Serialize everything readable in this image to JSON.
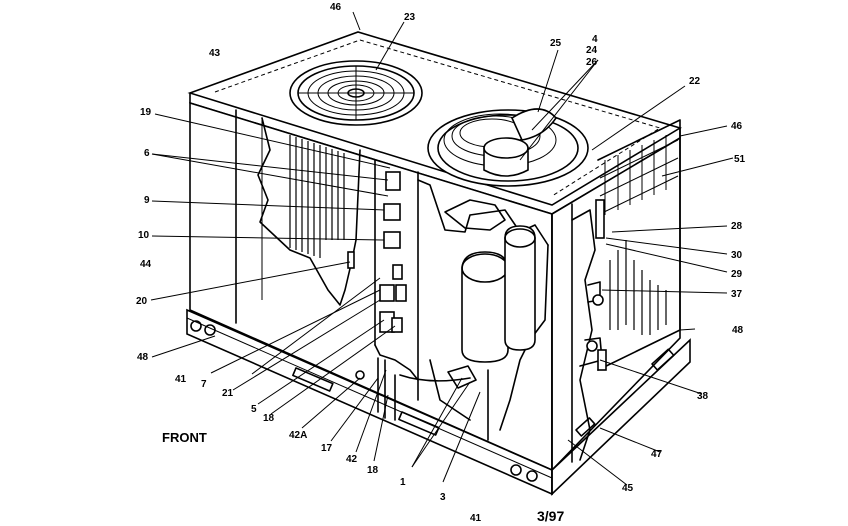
{
  "front_label": "FRONT",
  "date_code": "3/97",
  "callouts": {
    "c46_top": "46",
    "c23": "23",
    "c4": "4",
    "c24": "24",
    "c26": "26",
    "c25": "25",
    "c43": "43",
    "c22": "22",
    "c46_right": "46",
    "c51": "51",
    "c19": "19",
    "c6": "6",
    "c9": "9",
    "c10": "10",
    "c44": "44",
    "c20": "20",
    "c28": "28",
    "c30": "30",
    "c29": "29",
    "c37": "37",
    "c48_left": "48",
    "c48_right": "48",
    "c41_left": "41",
    "c7": "7",
    "c21": "21",
    "c5": "5",
    "c18_left": "18",
    "c42A": "42A",
    "c17": "17",
    "c42": "42",
    "c18_mid": "18",
    "c1": "1",
    "c3": "3",
    "c41_bottom": "41",
    "c45": "45",
    "c47": "47",
    "c38": "38"
  }
}
